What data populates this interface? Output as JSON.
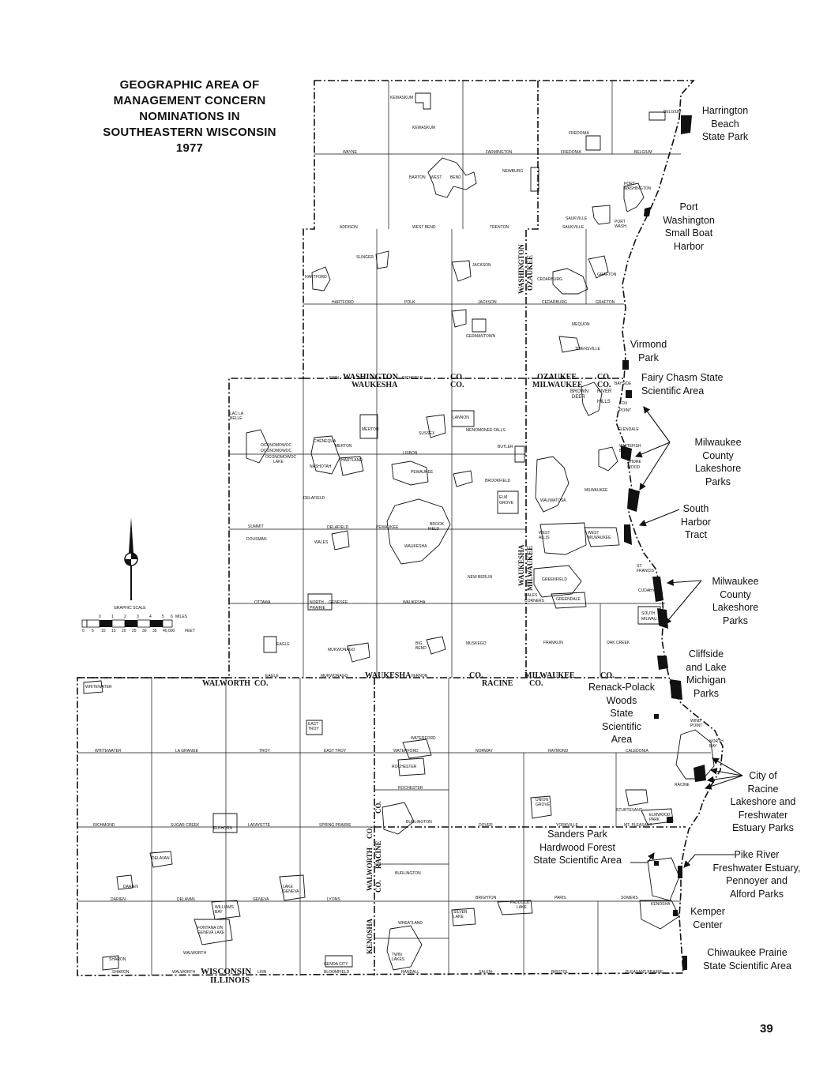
{
  "title": {
    "lines": [
      "GEOGRAPHIC AREA OF",
      "MANAGEMENT CONCERN",
      "NOMINATIONS IN",
      "SOUTHEASTERN WISCONSIN",
      "1977"
    ]
  },
  "page_number": "39",
  "callouts": {
    "harrington": [
      "Harrington",
      "Beach",
      "State Park"
    ],
    "port_washington": [
      "Port",
      "Washington",
      "Small Boat",
      "Harbor"
    ],
    "virmond": [
      "Virmond",
      "Park"
    ],
    "fairy_chasm": [
      "Fairy Chasm State",
      "Scientific Area"
    ],
    "milw_lakeshore_1": [
      "Milwaukee",
      "County",
      "Lakeshore",
      "Parks"
    ],
    "south_harbor": [
      "South",
      "Harbor",
      "Tract"
    ],
    "milw_lakeshore_2": [
      "Milwaukee",
      "County",
      "Lakeshore",
      "Parks"
    ],
    "cliffside": [
      "Cliffside",
      "and Lake",
      "Michigan",
      "Parks"
    ],
    "renack": [
      "Renack-Polack",
      "Woods",
      "State",
      "Scientific",
      "Area"
    ],
    "racine": [
      "City of",
      "Racine",
      "Lakeshore and",
      "Freshwater",
      "Estuary Parks"
    ],
    "sanders": [
      "Sanders Park",
      "Hardwood Forest",
      "State Scientific Area"
    ],
    "pike_river": [
      "Pike River",
      "Freshwater Estuary,",
      "Pennoyer and",
      "Alford Parks"
    ],
    "kemper": [
      "Kemper",
      "Center"
    ],
    "chiwaukee": [
      "Chiwaukee Prairie",
      "State Scientific Area"
    ]
  },
  "county_labels": {
    "washington_top": "WASHINGTON",
    "waukesha_top": "WAUKESHA",
    "ozaukee_top": "OZAUKEE",
    "milwaukee_top": "MILWAUKEE",
    "co1": "CO.",
    "co2": "CO.",
    "co3": "CO.",
    "co4": "CO.",
    "walworth_top": "WALWORTH",
    "walworth_co": "CO.",
    "waukesha_bottom": "WAUKESHA",
    "co5": "CO.",
    "racine_top": "RACINE",
    "milwaukee_bottom": "MILWAUKEE",
    "co6": "CO.",
    "co7": "CO.",
    "wisconsin": "WISCONSIN",
    "illinois": "ILLINOIS",
    "washington_vert": "WASHINGTON",
    "ozaukee_vert": "OZAUKEE",
    "waukesha_vert": "WAUKESHA",
    "milwaukee_vert": "MILWAUKEE",
    "walworth_vert": "WALWORTH",
    "kenosha_vert": "KENOSHA",
    "co_vert1": "CO.",
    "co_vert2": "CO.",
    "racine_vert": "RACINE",
    "co_vert3": "CO."
  },
  "town_labels": {
    "kewaskum_v": "KEWASKUM",
    "kewaskum_t": "KEWASKUM",
    "wayne": "WAYNE",
    "farmington": "FARMINGTON",
    "fredonia_v": "FREDONIA",
    "fredonia_t": "FREDONIA",
    "belgium_v": "BELGIUM",
    "belgium_t": "BELGIUM",
    "barton": "BARTON",
    "west_bend_c": "WEST",
    "bend": "BEND",
    "newburg": "NEWBURG",
    "port_washington_c": "PORT",
    "washington_c": "WASHINGTON",
    "addison": "ADDISON",
    "west_bend_t": "WEST BEND",
    "trenton": "TRENTON",
    "saukville_v": "SAUKVILLE",
    "saukville_t": "SAUKVILLE",
    "port_t": "PORT",
    "wash_t": "WASH.",
    "slinger": "SLINGER",
    "hartford_c": "HARTFORD",
    "jackson_v": "JACKSON",
    "cedarburg_c": "CEDARBURG",
    "grafton_v": "GRAFTON",
    "hartford_t": "HARTFORD",
    "polk": "POLK",
    "jackson_t": "JACKSON",
    "cedarburg_t": "CEDARBURG",
    "grafton_t": "GRAFTON",
    "germantown": "GERMANTOWN",
    "mequon": "MEQUON",
    "thiensville": "THIENSVILLE",
    "erin": "ERIN",
    "richfield": "RICHFIELD",
    "bayside": "BAYSIDE",
    "brown": "BROWN",
    "deer": "DEER",
    "river": "RIVER",
    "hills": "HILLS",
    "fox": "FOX",
    "point": "POINT",
    "lac_la": "LAC LA",
    "belle": "BELLE",
    "merton": "MERTON",
    "lannon": "LANNON",
    "sussex": "SUSSEX",
    "menomonee_falls": "MENOMONEE FALLS",
    "glendale": "GLENDALE",
    "oconomowoc_c": "OCONOMOWOC",
    "oconomowoc_t": "OCONOMOWOC",
    "chenequa": "CHENEQUA",
    "merton_v": "MERTON",
    "oconomowoc_lake": "OCONOMOWOC",
    "lake": "LAKE",
    "hartland": "HARTLAND",
    "nashotah": "NASHOTAH",
    "lisbon": "LISBON",
    "butler": "BUTLER",
    "whitefish": "WHITEFISH",
    "bay": "BAY",
    "shore": "SHORE",
    "wood": "WOOD",
    "pewaukee_v": "PEWAUKEE",
    "brookfield_c": "BROOKFIELD",
    "delafield_c": "DELAFIELD",
    "elm": "ELM",
    "grove": "GROVE",
    "wauwatosa": "WAUWATOSA",
    "milwaukee_c": "MILWAUKEE",
    "summit": "SUMMIT",
    "delafield_t": "DELAFIELD",
    "pewaukee_t": "PEWAUKEE",
    "brook": "BROOK",
    "field": "FIELD",
    "dousman": "DOUSMAN",
    "wales": "WALES",
    "waukesha_c": "WAUKESHA",
    "west_allis_1": "WEST",
    "west_allis_2": "ALLIS",
    "west_milw_1": "WEST",
    "west_milw_2": "MILWAUKEE",
    "new_berlin": "NEW BERLIN",
    "st_francis_1": "ST.",
    "st_francis_2": "FRANCIS",
    "greenfield": "GREENFIELD",
    "cudahy": "CUDAHY",
    "hales": "HALES",
    "corners": "CORNERS",
    "greendale": "GREENDALE",
    "ottawa": "OTTAWA",
    "north": "NORTH",
    "genesee": "GENESEE",
    "waukesha_t": "WAUKESHA",
    "prairie": "PRAIRIE",
    "south": "SOUTH",
    "milwau": "MILWAU.",
    "eagle_v": "EAGLE",
    "mukwonago_v": "MUKWONAGO",
    "big": "BIG",
    "bend_v": "BEND",
    "muskego": "MUSKEGO",
    "franklin": "FRANKLIN",
    "oak_creek": "OAK CREEK",
    "eagle_t": "EAGLE",
    "mukwonago_t": "MUKWONAGO",
    "vernon": "VERNON",
    "whitewater_c": "WHITEWATER",
    "east": "EAST",
    "troy": "TROY",
    "wind": "WIND",
    "point_w": "POINT",
    "north_bay_1": "NORTH",
    "north_bay_2": "BAY",
    "whitewater_t": "WHITEWATER",
    "la_grange": "LA GRANGE",
    "troy_t": "TROY",
    "east_troy_t": "EAST TROY",
    "waterford_v": "WATERFORD",
    "waterford_t": "WATERFORD",
    "norway": "NORWAY",
    "raymond": "RAYMOND",
    "caledonia": "CALEDONIA",
    "rochester_v": "ROCHESTER",
    "rochester_t": "ROCHESTER",
    "racine_c": "RACINE",
    "union": "UNION",
    "grove_u": "GROVE",
    "sturtevant": "STURTEVANT",
    "elmwood": "ELMWOOD",
    "park": "PARK",
    "richmond": "RICHMOND",
    "sugar_creek": "SUGAR CREEK",
    "lafayette": "LAFAYETTE",
    "spring_prairie": "SPRING PRAIRIE",
    "elkhorn": "ELKHORN",
    "burlington_c": "BURLINGTON",
    "dover": "DOVER",
    "yorkville": "YORKVILLE",
    "mt_pleasant": "MT. PLEASANT",
    "delavan_c": "DELAVAN",
    "burlington_t": "BURLINGTON",
    "darien_v": "DARIEN",
    "darien_t": "DARIEN",
    "delavan_t": "DELAVAN",
    "geneva": "GENEVA",
    "lyons": "LYONS",
    "lake_geneva_1": "LAKE",
    "lake_geneva_2": "GENEVA",
    "brighton": "BRIGHTON",
    "paris": "PARIS",
    "somers": "SOMERS",
    "paddock": "PADDOCK",
    "lake_p": "LAKE",
    "kenosha_c": "KENOSHA",
    "williams": "WILLIAMS",
    "bay_w": "BAY",
    "silver": "SILVER",
    "lake_s": "LAKE",
    "wheatland": "WHEATLAND",
    "fontana_1": "FONTANA ON",
    "fontana_2": "GENEVA LAKE",
    "walworth_v": "WALWORTH",
    "twin": "TWIN",
    "lakes": "LAKES",
    "sharon_v": "SHARON",
    "sharon_t": "SHARON",
    "walworth_t": "WALWORTH",
    "linn": "LINN",
    "genoa_city": "GENOA CITY",
    "bloomfield": "BLOOMFIELD",
    "randall": "RANDALL",
    "salem": "SALEM",
    "bristol": "BRISTOL",
    "pleasant_prairie": "PLEASANT PRAIRIE"
  },
  "scale": {
    "label": "GRAPHIC SCALE",
    "miles_ticks": [
      "0",
      "1",
      "2",
      "3",
      "4",
      "5",
      "6"
    ],
    "miles_unit": "MILES",
    "feet_ticks": [
      "0",
      "5",
      "10",
      "15",
      "20",
      "25",
      "30",
      "35",
      "40,000"
    ],
    "feet_unit": "FEET"
  },
  "colors": {
    "ink": "#111111",
    "paper": "#ffffff"
  }
}
